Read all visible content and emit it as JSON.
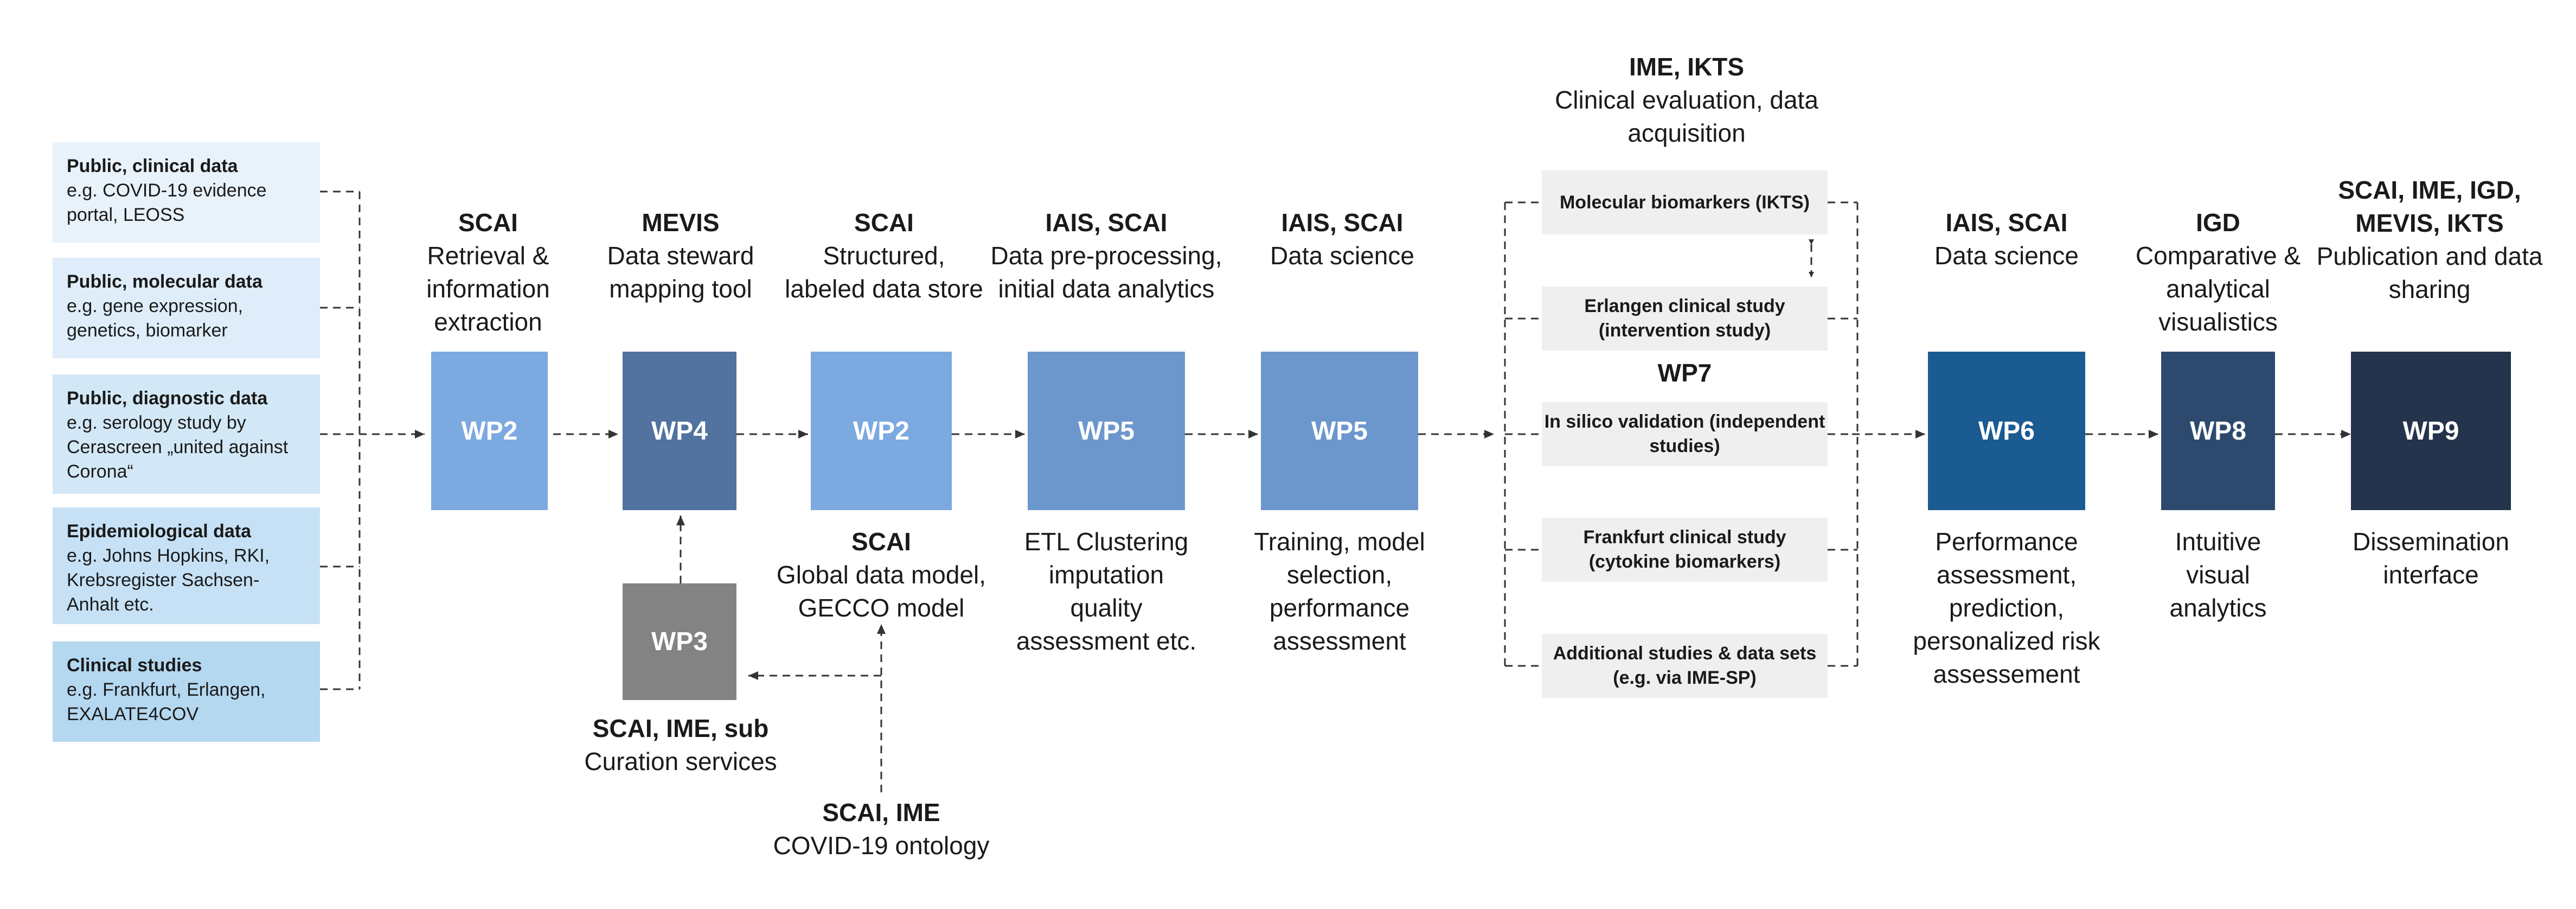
{
  "sources": [
    {
      "title": "Public, clinical data",
      "detail": "e.g. COVID-19 evidence portal, LEOSS",
      "color": "#e8f2fb"
    },
    {
      "title": "Public, molecular data",
      "detail": "e.g. gene expression, genetics, biomarker",
      "color": "#deedf9"
    },
    {
      "title": "Public, diagnostic data",
      "detail": "e.g. serology study by Cerascreen „united against Corona“",
      "color": "#d3e8f7"
    },
    {
      "title": "Epidemiological data",
      "detail": "e.g. Johns Hopkins, RKI, Krebsregister Sachsen-Anhalt etc.",
      "color": "#c6e1f5"
    },
    {
      "title": "Clinical studies",
      "detail": "e.g. Frankfurt, Erlangen, EXALATE4COV",
      "color": "#b5d8f1"
    }
  ],
  "work_packages": [
    {
      "id": "wp2a",
      "label": "WP2",
      "color": "#7ba9e0",
      "top_head": "SCAI",
      "top_desc": "Retrieval & information extraction",
      "bottom_head": "",
      "bottom_desc": ""
    },
    {
      "id": "wp4",
      "label": "WP4",
      "color": "#5272a0",
      "top_head": "MEVIS",
      "top_desc": "Data steward mapping tool",
      "bottom_head": "",
      "bottom_desc": ""
    },
    {
      "id": "wp2b",
      "label": "WP2",
      "color": "#7ba9e0",
      "top_head": "SCAI",
      "top_desc": "Structured, labeled data store",
      "bottom_head": "SCAI",
      "bottom_desc": "Global data model, GECCO model"
    },
    {
      "id": "wp5a",
      "label": "WP5",
      "color": "#6c97cc",
      "top_head": "IAIS, SCAI",
      "top_desc": "Data pre-processing, initial data analytics",
      "bottom_head": "",
      "bottom_desc": "ETL Clustering imputation quality assessment etc."
    },
    {
      "id": "wp5b",
      "label": "WP5",
      "color": "#6c97cc",
      "top_head": "IAIS, SCAI",
      "top_desc": "Data science",
      "bottom_head": "",
      "bottom_desc": "Training, model selection, performance assessment"
    },
    {
      "id": "wp6",
      "label": "WP6",
      "color": "#1a5b92",
      "top_head": "IAIS, SCAI",
      "top_desc": "Data science",
      "bottom_head": "",
      "bottom_desc": "Performance assessment, prediction, personalized risk assessement"
    },
    {
      "id": "wp8",
      "label": "WP8",
      "color": "#2d4a6e",
      "top_head": "IGD",
      "top_desc": "Comparative & analytical visualistics",
      "bottom_head": "",
      "bottom_desc": "Intuitive visual analytics"
    },
    {
      "id": "wp9",
      "label": "WP9",
      "color": "#23344c",
      "top_head": "SCAI, IME, IGD, MEVIS, IKTS",
      "top_desc": "Publication and data sharing",
      "bottom_head": "",
      "bottom_desc": "Dissemination interface"
    }
  ],
  "wp3": {
    "label": "WP3",
    "color": "#838383",
    "head": "SCAI, IME, sub",
    "desc": "Curation services"
  },
  "ontology": {
    "head": "SCAI, IME",
    "desc": "COVID-19 ontology"
  },
  "wp7": {
    "label": "WP7",
    "head": "IME, IKTS",
    "desc": "Clinical evaluation, data acquisition",
    "studies": [
      "Molecular biomarkers (IKTS)",
      "Erlangen clinical study (intervention study)",
      "In silico validation (independent studies)",
      "Frankfurt clinical study (cytokine biomarkers)",
      "Additional studies & data sets (e.g. via IME-SP)"
    ]
  }
}
